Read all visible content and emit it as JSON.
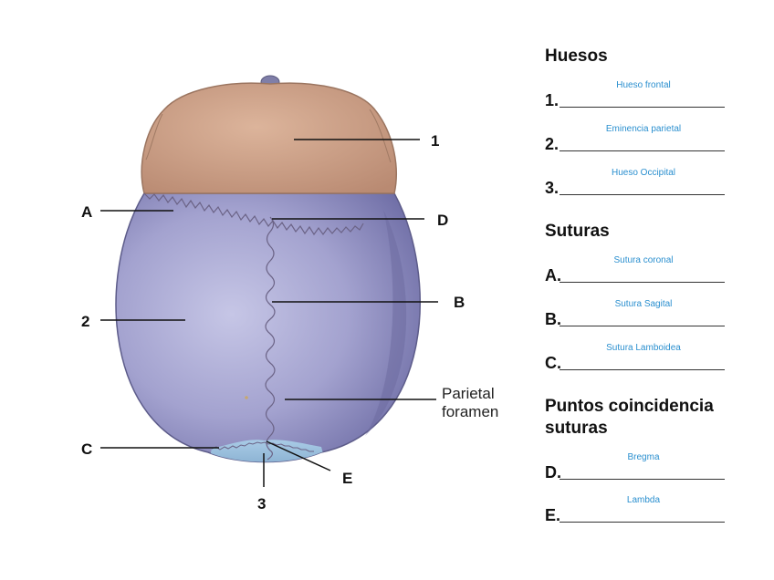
{
  "diagram": {
    "labels": {
      "one": "1",
      "two": "2",
      "three": "3",
      "a": "A",
      "b": "B",
      "c": "C",
      "d": "D",
      "e": "E"
    },
    "parietal_foramen": [
      "Parietal",
      "foramen"
    ],
    "colors": {
      "frontal_bone": "#d1a58a",
      "parietal_bone": "#9d9ccb",
      "occipital_bone": "#8fb6d6",
      "suture_line": "#6b6386"
    }
  },
  "panel": {
    "huesos_title": "Huesos",
    "huesos": [
      {
        "letter": "1.",
        "answer": "Hueso frontal"
      },
      {
        "letter": "2.",
        "answer": "Eminencia parietal"
      },
      {
        "letter": "3.",
        "answer": "Hueso Occipital"
      }
    ],
    "suturas_title": "Suturas",
    "suturas": [
      {
        "letter": "A.",
        "answer": "Sutura coronal"
      },
      {
        "letter": "B.",
        "answer": "Sutura Sagital"
      },
      {
        "letter": "C.",
        "answer": "Sutura Lamboidea"
      }
    ],
    "puntos_title_line1": "Puntos coincidencia",
    "puntos_title_line2": "suturas",
    "puntos": [
      {
        "letter": "D.",
        "answer": "Bregma"
      },
      {
        "letter": "E.",
        "answer": "Lambda"
      }
    ],
    "answer_color": "#2a8fcf"
  }
}
